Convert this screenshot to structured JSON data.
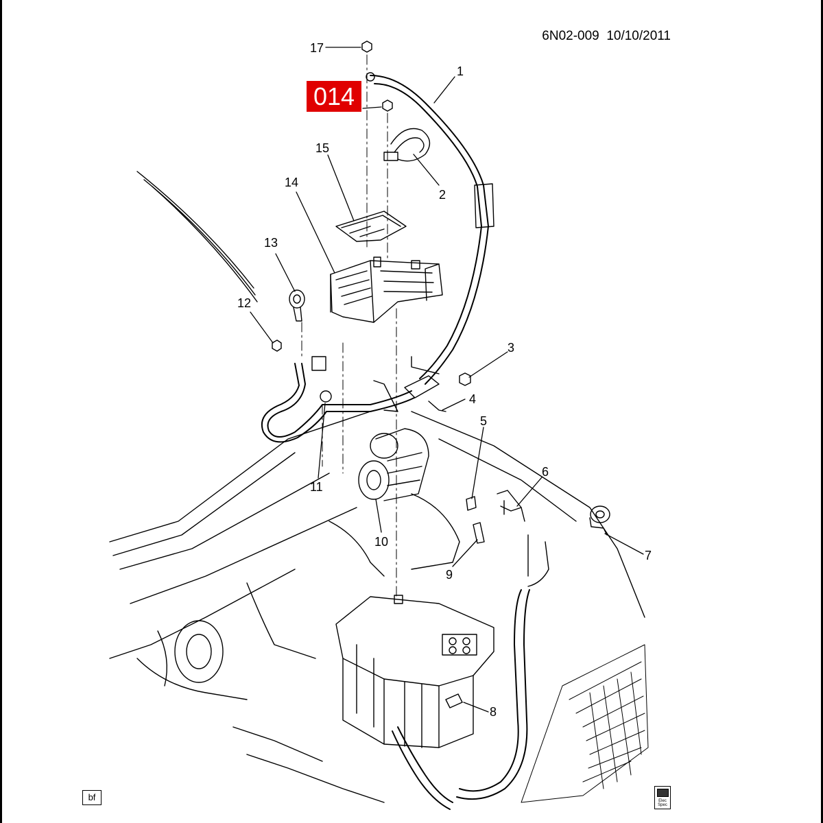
{
  "header": {
    "code": "6N02-009",
    "date": "10/10/2011"
  },
  "badge": {
    "text": "014",
    "color": "#e00000"
  },
  "footer": {
    "left_label": "bf",
    "right_icon": "manual-icon",
    "right_icon_text": "Elec\nSpec"
  },
  "callouts": [
    {
      "id": "1",
      "label": "1"
    },
    {
      "id": "2",
      "label": "2"
    },
    {
      "id": "3",
      "label": "3"
    },
    {
      "id": "4",
      "label": "4"
    },
    {
      "id": "5",
      "label": "5"
    },
    {
      "id": "6",
      "label": "6"
    },
    {
      "id": "7",
      "label": "7"
    },
    {
      "id": "8",
      "label": "8"
    },
    {
      "id": "9",
      "label": "9"
    },
    {
      "id": "10",
      "label": "10"
    },
    {
      "id": "11",
      "label": "11"
    },
    {
      "id": "12",
      "label": "12"
    },
    {
      "id": "13",
      "label": "13"
    },
    {
      "id": "14",
      "label": "14"
    },
    {
      "id": "15",
      "label": "15"
    },
    {
      "id": "17",
      "label": "17"
    }
  ]
}
